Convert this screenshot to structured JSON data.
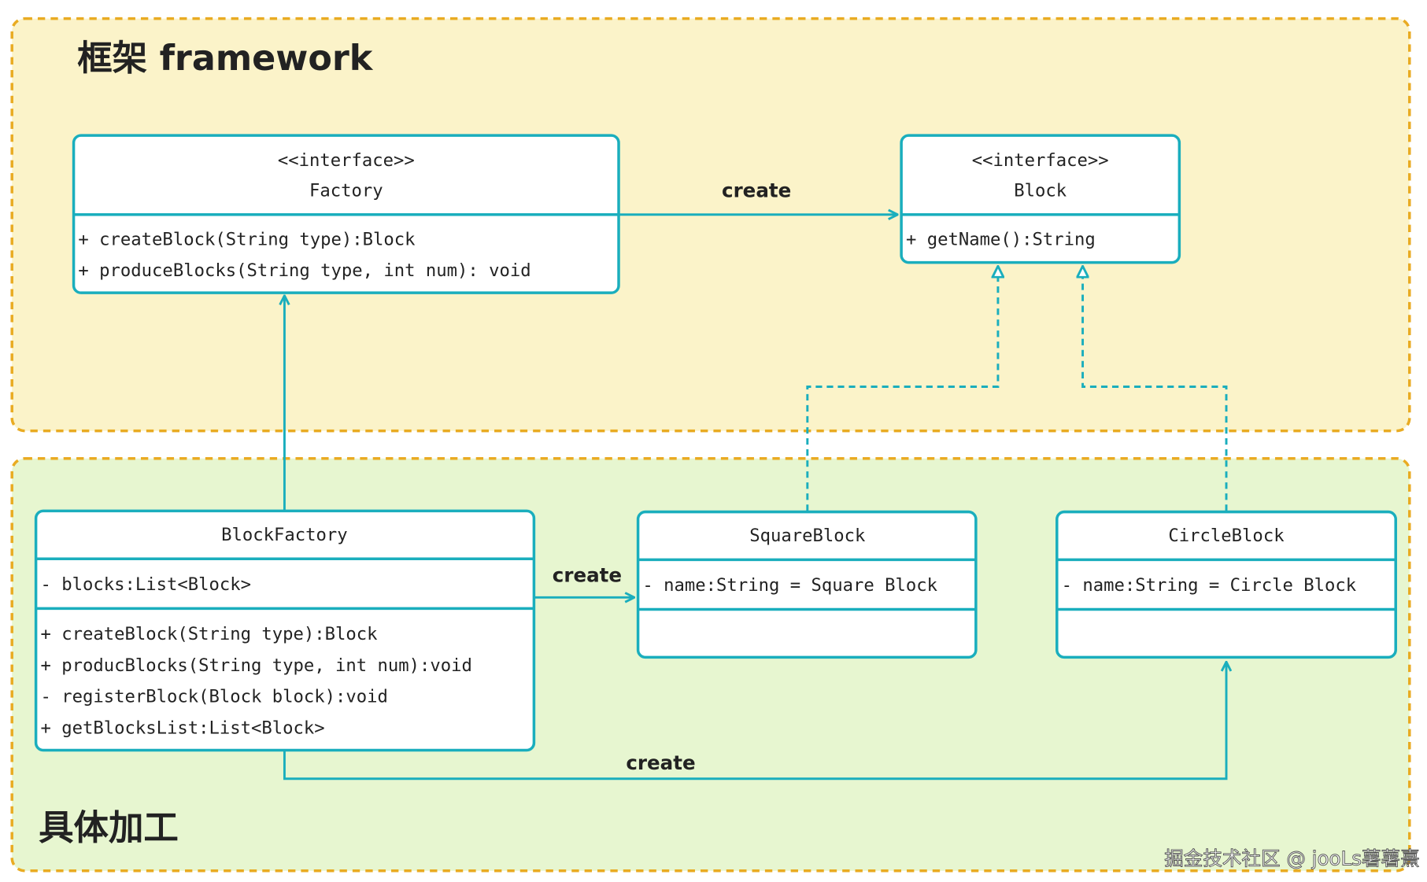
{
  "colors": {
    "accent": "#1aaebd",
    "framework_bg": "#fbf3c9",
    "concrete_bg": "#e7f6d0",
    "region_border": "#e9ab22"
  },
  "regions": {
    "framework_title": "框架 framework",
    "concrete_title": "具体加工"
  },
  "factory": {
    "stereotype": "<<interface>>",
    "name": "Factory",
    "methods": [
      "+ createBlock(String type):Block",
      "+ produceBlocks(String type, int num): void"
    ]
  },
  "block": {
    "stereotype": "<<interface>>",
    "name": "Block",
    "methods": [
      "+ getName():String"
    ]
  },
  "block_factory": {
    "name": "BlockFactory",
    "attributes": [
      "- blocks:List<Block>"
    ],
    "methods": [
      "+ createBlock(String type):Block",
      "+ producBlocks(String type, int num):void",
      "- registerBlock(Block block):void",
      "+ getBlocksList:List<Block>"
    ]
  },
  "square_block": {
    "name": "SquareBlock",
    "attributes": [
      "- name:String = Square Block"
    ]
  },
  "circle_block": {
    "name": "CircleBlock",
    "attributes": [
      "- name:String = Circle Block"
    ]
  },
  "edges": {
    "factory_to_block": "create",
    "blockfactory_to_square": "create",
    "blockfactory_to_circle": "create"
  },
  "watermark": "掘金技术社区 @ jooLs薯薯熹"
}
